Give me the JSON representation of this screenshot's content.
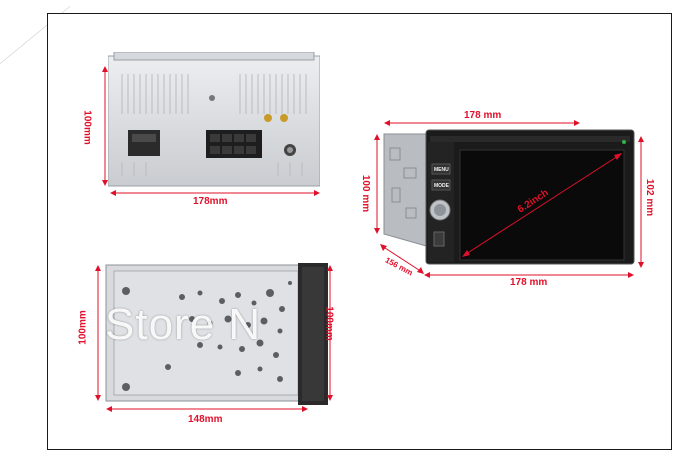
{
  "colors": {
    "dimension_red": "#e0102a",
    "frame": "#1a1a1a",
    "unit_silver": "#d8dadd",
    "screen": "#0a0a0a"
  },
  "back_view": {
    "height_label": "100mm",
    "width_label": "178mm"
  },
  "front_view": {
    "top_width_label": "178 mm",
    "bottom_width_label": "178 mm",
    "left_height_label": "100 mm",
    "right_height_label": "102 mm",
    "depth_label": "156 mm",
    "screen_label": "6.2inch",
    "menu_button": "MENU",
    "mode_button": "MODE"
  },
  "bottom_view": {
    "left_height_label": "100mm",
    "right_height_label": "100mm",
    "width_label": "148mm"
  },
  "watermark": "Store N"
}
